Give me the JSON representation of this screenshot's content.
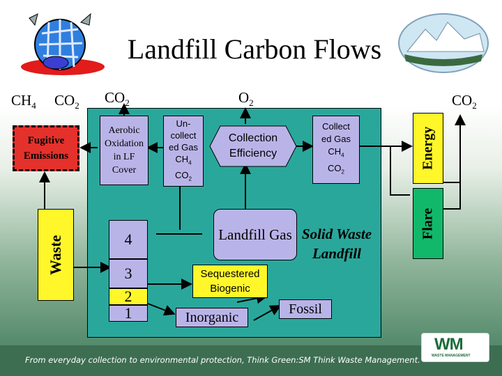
{
  "title": "Landfill Carbon Flows",
  "top_labels": {
    "ch4": "CH",
    "ch4_sub": "4",
    "co2_left": "CO",
    "co2_left_sub": "2",
    "co2_mid": "CO",
    "co2_mid_sub": "2",
    "o2": "O",
    "o2_sub": "2",
    "co2_right": "CO",
    "co2_right_sub": "2"
  },
  "fugitive": "Fugitive Emissions",
  "waste": "Waste",
  "energy": "Energy",
  "flare": "Flare",
  "aerobic": "Aerobic Oxidation in LF Cover",
  "uncollected": {
    "line1": "Un-",
    "line2": "collect",
    "line3": "ed Gas",
    "ch4": "CH",
    "ch4_sub": "4",
    "co2": "CO",
    "co2_sub": "2"
  },
  "collection_efficiency": "Collection Efficiency",
  "collected": {
    "line1": "Collect",
    "line2": "ed Gas",
    "ch4": "CH",
    "ch4_sub": "4",
    "co2": "CO",
    "co2_sub": "2"
  },
  "landfill_gas": "Landfill Gas",
  "solid_waste_landfill": "Solid Waste Landfill",
  "steps": [
    "4",
    "3",
    "2",
    "1"
  ],
  "sequestered_biogenic": "Sequestered Biogenic",
  "inorganic": "Inorganic",
  "fossil": "Fossil",
  "footer": "From everyday collection to environmental protection, Think Green:SM Think Waste Management.",
  "logo": "WM",
  "logo_sub": "WASTE MANAGEMENT",
  "colors": {
    "teal": "#2aa79b",
    "lavender": "#b9b4e8",
    "yellow": "#fff72a",
    "red": "#e4312b",
    "green": "#12b86a",
    "footer": "#3d6e52"
  }
}
